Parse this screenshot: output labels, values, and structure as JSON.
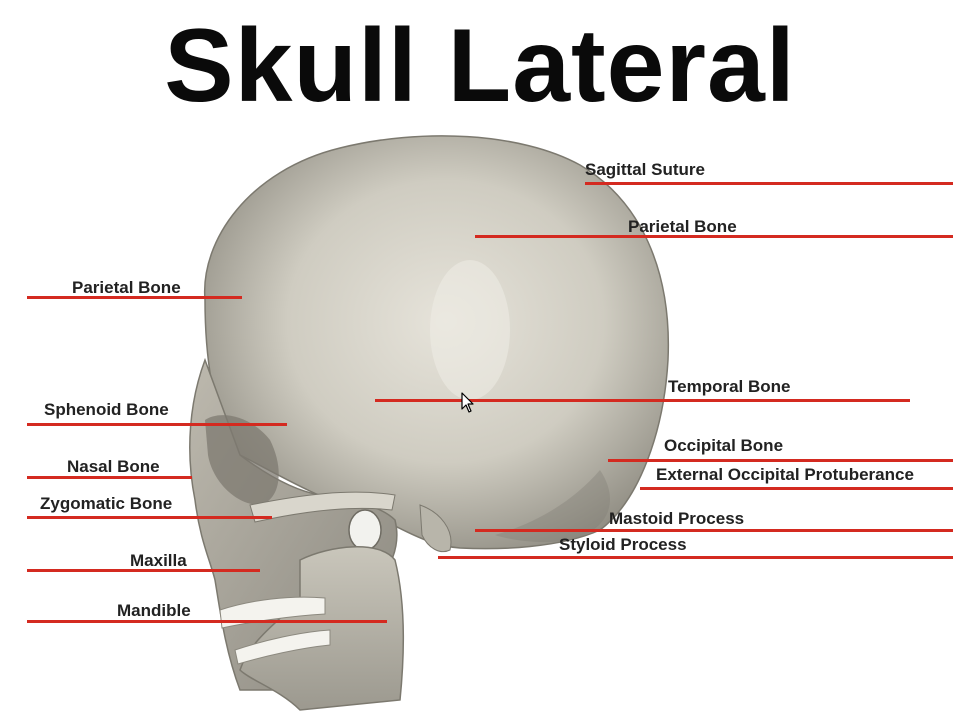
{
  "title": "Skull Lateral",
  "colors": {
    "leader_line": "#d42a20",
    "bone": "#d4d1c7",
    "text": "#222222"
  },
  "labels": {
    "sagittal_suture": "Sagittal Suture",
    "parietal_bone_right": "Parietal Bone",
    "parietal_bone_left": "Parietal Bone",
    "temporal_bone": "Temporal Bone",
    "sphenoid_bone": "Sphenoid Bone",
    "occipital_bone": "Occipital Bone",
    "external_occipital_protuberance": "External Occipital Protuberance",
    "nasal_bone": "Nasal Bone",
    "zygomatic_bone": "Zygomatic Bone",
    "mastoid_process": "Mastoid Process",
    "styloid_process": "Styloid Process",
    "maxilla": "Maxilla",
    "mandible": "Mandible"
  },
  "icons": {
    "cursor": "mouse-pointer-icon"
  }
}
